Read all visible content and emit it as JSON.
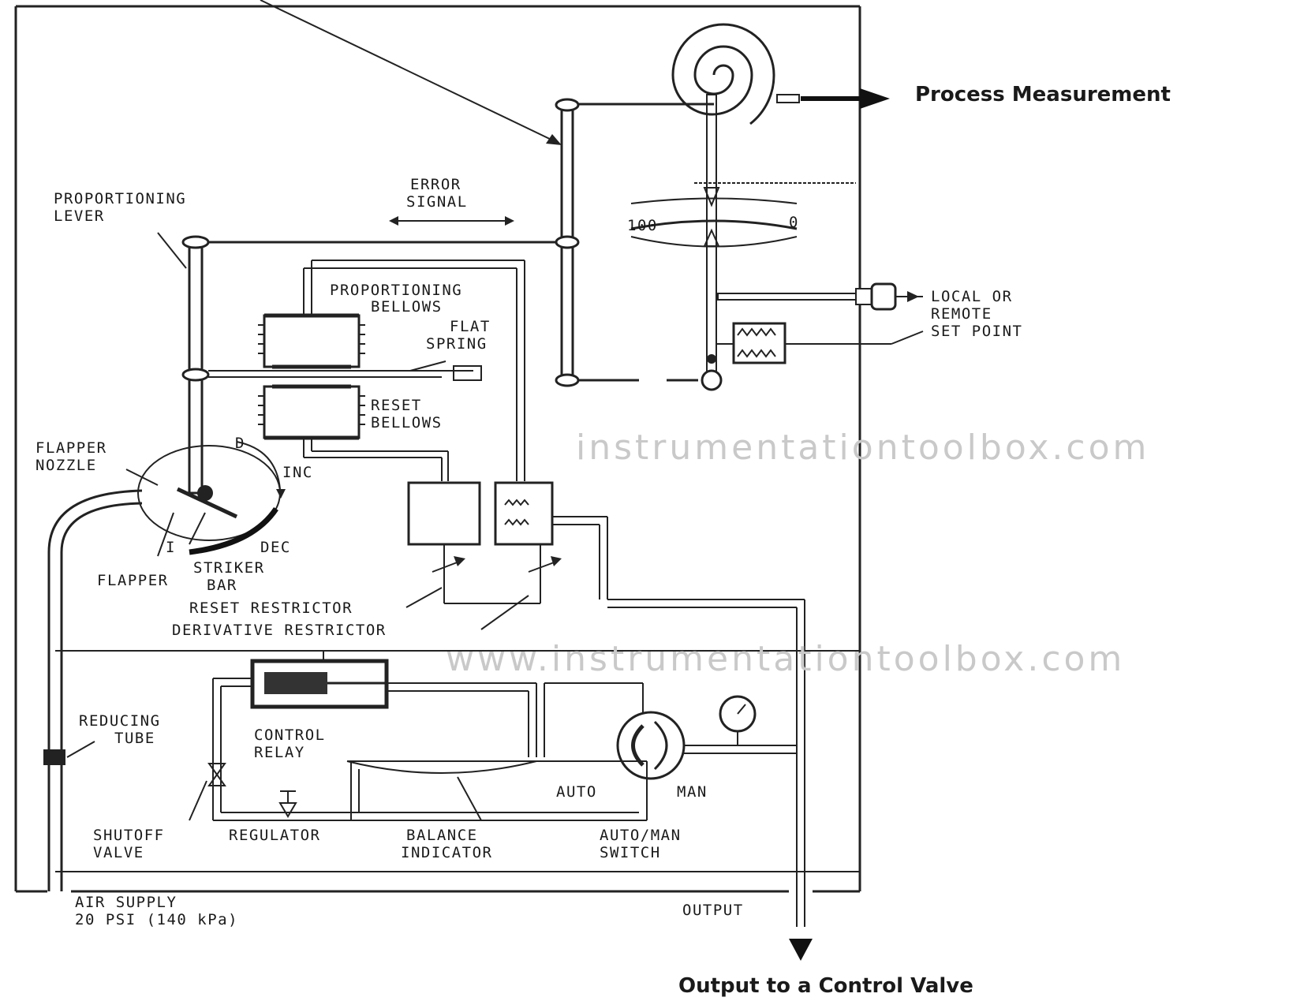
{
  "labels": {
    "process_measurement": "Process Measurement",
    "output_to_control_valve": "Output to a Control Valve",
    "proportioning_lever_1": "PROPORTIONING",
    "proportioning_lever_2": "LEVER",
    "error_signal_1": "ERROR",
    "error_signal_2": "SIGNAL",
    "proportioning_bellows_1": "PROPORTIONING",
    "proportioning_bellows_2": "BELLOWS",
    "flat_spring_1": "FLAT",
    "flat_spring_2": "SPRING",
    "reset_bellows_1": "RESET",
    "reset_bellows_2": "BELLOWS",
    "local_remote_1": "LOCAL OR",
    "local_remote_2": "REMOTE",
    "local_remote_3": "SET POINT",
    "flapper_nozzle_1": "FLAPPER",
    "flapper_nozzle_2": "NOZZLE",
    "flapper": "FLAPPER",
    "striker_bar_1": "STRIKER",
    "striker_bar_2": "BAR",
    "reset_restrictor": "RESET RESTRICTOR",
    "derivative_restrictor": "DERIVATIVE RESTRICTOR",
    "reducing_tube_1": "REDUCING",
    "reducing_tube_2": "TUBE",
    "control_relay_1": "CONTROL",
    "control_relay_2": "RELAY",
    "auto": "AUTO",
    "man": "MAN",
    "shutoff_valve_1": "SHUTOFF",
    "shutoff_valve_2": "VALVE",
    "regulator": "REGULATOR",
    "balance_indicator_1": "BALANCE",
    "balance_indicator_2": "INDICATOR",
    "auto_man_switch_1": "AUTO/MAN",
    "auto_man_switch_2": "SWITCH",
    "air_supply_1": "AIR SUPPLY",
    "air_supply_2": "20 PSI (140 kPa)",
    "output": "OUTPUT",
    "scale_left": "100",
    "scale_right": "0",
    "inc": "INC",
    "dec": "DEC",
    "d_small": "D",
    "i_small": "I"
  },
  "watermarks": {
    "wm1": "instrumentationtoolbox.com",
    "wm2": "www.instrumentationtoolbox.com"
  }
}
